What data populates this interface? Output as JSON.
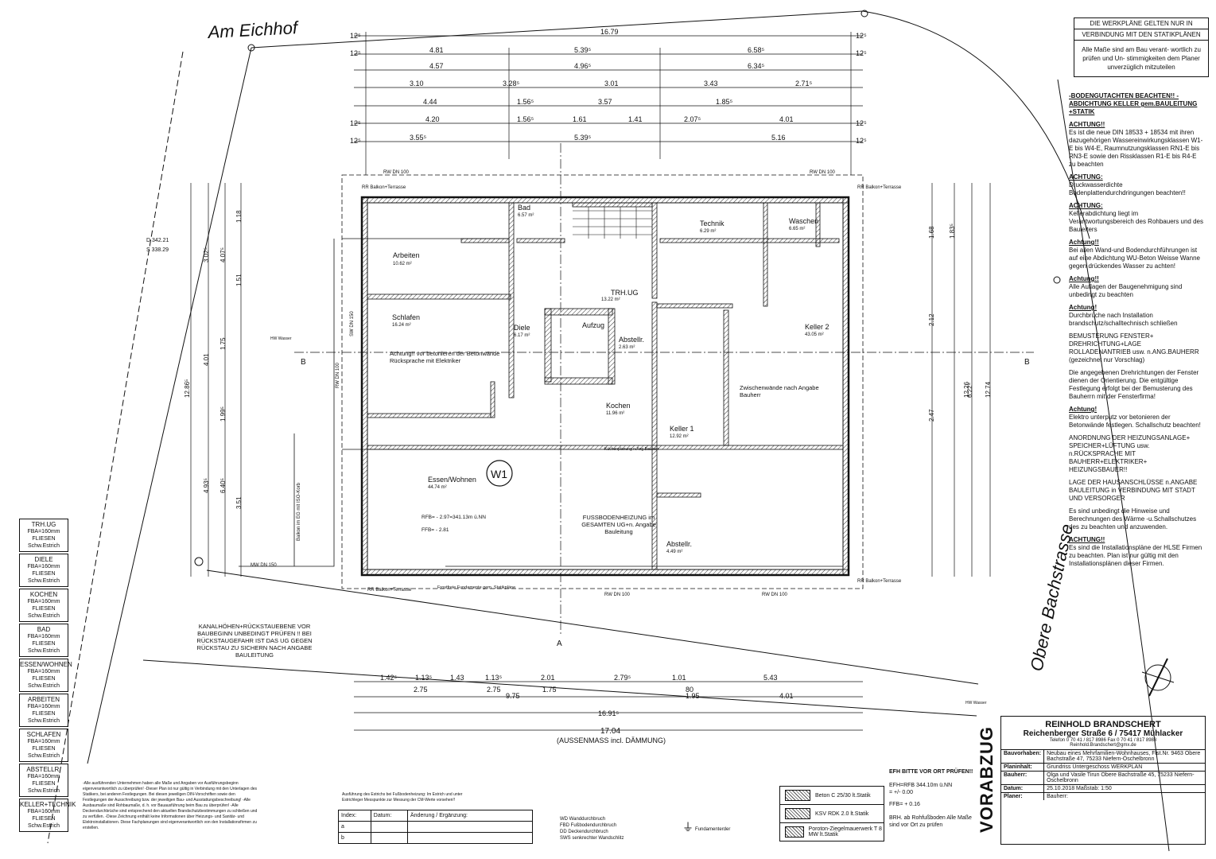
{
  "street_top": "Am Eichhof",
  "street_right": "Obere Bachstrasse",
  "top_note": [
    "DIE WERKPLÄNE GELTEN NUR IN",
    "VERBINDUNG MIT DEN STATIKPLÄNEN",
    "Alle Maße sind am Bau verant- wortlich zu prüfen und Un- stimmigkeiten dem Planer unverzüglich mitzuteilen"
  ],
  "side_notes": [
    {
      "title": "-BODENGUTACHTEN BEACHTEN!! -ABDICHTUNG KELLER gem.BAULEITUNG +STATIK",
      "body": ""
    },
    {
      "title": "ACHTUNG!!",
      "body": "Es ist die neue DIN 18533 + 18534 mit ihren dazugehörigen Wassereinwirkungsklassen W1-E bis W4-E, Raumnutzungsklassen RN1-E bis RN3-E sowie den Rissklassen R1-E bis R4-E zu beachten"
    },
    {
      "title": "ACHTUNG:",
      "body": "Druckwasserdichte Bodenplattendurchdringungen beachten!!"
    },
    {
      "title": "ACHTUNG:",
      "body": "Kellerabdichtung liegt im Verantwortungsbereich des Rohbauers und des Bauleiters"
    },
    {
      "title": "Achtung!!",
      "body": "Bei allen Wand-und Bodendurchführungen ist auf eine Abdichtung WU-Beton Weisse Wanne gegen drückendes Wasser zu achten!"
    },
    {
      "title": "Achtung!!",
      "body": "Alle Auflagen der Baugenehmigung sind unbedingt zu beachten"
    },
    {
      "title": "Achtung!",
      "body": "Durchbrüche nach Installation brandschutz/schalltechnisch schließen"
    },
    {
      "title": "",
      "body": "BEMUSTERUNG FENSTER+ DREHRICHTUNG+LAGE ROLLADENANTRIEB usw. n.ANG.BAUHERR (gezeichnet nur Vorschlag)"
    },
    {
      "title": "",
      "body": "Die angegebenen Drehrichtungen der Fenster dienen der Orientierung. Die entgültige Festlegung erfolgt bei der Bemusterung des Bauherrn mit der Fensterfirma!"
    },
    {
      "title": "Achtung!",
      "body": "Elektro unterputz vor betonieren der Betonwände festlegen. Schallschutz beachten!"
    },
    {
      "title": "",
      "body": "ANORDNUNG DER HEIZUNGSANLAGE+ SPEICHER+LÜFTUNG usw. n.RÜCKSPRACHE MIT BAUHERR+ELEKTRIKER+ HEIZUNGSBAUER!!"
    },
    {
      "title": "",
      "body": "LAGE DER HAUSANSCHLÜSSE n.ANGABE BAULEITUNG in VERBINDUNG MIT STADT UND VERSORGER"
    },
    {
      "title": "",
      "body": "Es sind unbedingt die Hinweise und Berechnungen des Wärme -u.Schallschutzes des zu beachten und anzuwenden."
    },
    {
      "title": "ACHTUNG!!",
      "body": "Es sind die Installationspläne der HLSE Firmen zu beachten. Plan ist nur gültig mit den Installationsplänen dieser Firmen."
    }
  ],
  "rooms": [
    {
      "name": "Arbeiten",
      "area": "10.62 m²"
    },
    {
      "name": "Bad",
      "area": "6.57 m²"
    },
    {
      "name": "Technik",
      "area": "6.29 m²"
    },
    {
      "name": "Waschen",
      "area": "6.65 m²"
    },
    {
      "name": "TRH.UG",
      "area": "13.22 m²"
    },
    {
      "name": "Schlafen",
      "area": "16.24 m²"
    },
    {
      "name": "Diele",
      "area": "6.17 m²"
    },
    {
      "name": "Aufzug",
      "area": ""
    },
    {
      "name": "Abstellr.",
      "area": "2.63 m²"
    },
    {
      "name": "Keller 2",
      "area": "43.05 m²"
    },
    {
      "name": "Kochen",
      "area": "11.96 m²"
    },
    {
      "name": "Keller 1",
      "area": "12.92 m²"
    },
    {
      "name": "Essen/Wohnen",
      "area": "44.74 m²"
    },
    {
      "name": "Abstellr.",
      "area": "4.49 m²"
    }
  ],
  "plan_texts": {
    "w1": "W1",
    "beton_note": "Achtung!! vor betonieren der Betonwände Rücksprache mit Elektriker",
    "zwischen": "Zwischenwände nach Angabe Bauherr",
    "fussboden": "FUSSBODENHEIZUNG im GESAMTEN UG+n. Angabe Bauleitung",
    "rfb": "RFB= - 2.97=341.13m ü.NN",
    "ffb": "FFB= - 2.81",
    "kanal": "KANALHÖHEN+RÜCKSTAUEBENE VOR BAUBEGINN UNBEDINGT PRÜFEN !! BEI RÜCKSTAUGEFAHR IST DAS UG GEGEN RÜCKSTAU ZU SICHERN NACH ANGABE BAULEITUNG",
    "aussenmass": "(AUSSENMASS incl. DÄMMUNG)",
    "total_width": "17.04",
    "dim_1691": "16.91⁵",
    "dim_1679": "16.79",
    "d_label": "D 342.21",
    "s_label": "S 338.29",
    "balkon": "RR Balkon+Terrasse",
    "rwdn100": "RW DN 100",
    "swdn150": "SW DN 150",
    "mwdn150": "MW DN 150",
    "fundament": "Frostfreie Fundamente gem. Statikpläne",
    "balkon_iso": "Balkon im EG mit ISO-Korb",
    "hw_wasser": "HW Wasser",
    "kuechenplanung": "Küchenplanung n.Ang.Bauherr"
  },
  "left_legend": [
    {
      "room": "TRH.UG",
      "lines": [
        "FBA=160mm",
        "FLIESEN",
        "Schw.Estrich"
      ]
    },
    {
      "room": "DIELE",
      "lines": [
        "FBA=160mm",
        "FLIESEN",
        "Schw.Estrich"
      ]
    },
    {
      "room": "KOCHEN",
      "lines": [
        "FBA=160mm",
        "FLIESEN",
        "Schw.Estrich"
      ]
    },
    {
      "room": "BAD",
      "lines": [
        "FBA=160mm",
        "FLIESEN",
        "Schw.Estrich"
      ]
    },
    {
      "room": "ESSEN/WOHNEN",
      "lines": [
        "FBA=160mm",
        "FLIESEN",
        "Schw.Estrich"
      ]
    },
    {
      "room": "ARBEITEN",
      "lines": [
        "FBA=160mm",
        "FLIESEN",
        "Schw.Estrich"
      ]
    },
    {
      "room": "SCHLAFEN",
      "lines": [
        "FBA=160mm",
        "FLIESEN",
        "Schw.Estrich"
      ]
    },
    {
      "room": "ABSTELLR.",
      "lines": [
        "FBA=160mm",
        "FLIESEN",
        "Schw.Estrich"
      ]
    },
    {
      "room": "KELLER+TECHNIK",
      "lines": [
        "FBA=160mm",
        "FLIESEN",
        "Schw.Estrich"
      ]
    }
  ],
  "title_block": {
    "firm": "REINHOLD BRANDSCHERT",
    "address": "Reichenberger Straße 6 / 75417 Mühlacker",
    "contact": "Telefon 0 70 41 / 817 8986   Fax 0 70 41 / 817 8988",
    "email": "Reinhold.Brandschert@gmx.de",
    "rows": [
      {
        "k": "Bauvorhaben:",
        "v": "Neubau eines Mehrfamilien-Wohnhauses, Flst.Nr. 9463 Obere Bachstraße 47, 75233 Niefern-Öschelbronn"
      },
      {
        "k": "Planinhalt:",
        "v": "Grundriss Untergeschoss                 WERKPLAN"
      },
      {
        "k": "Bauherr:",
        "v": "Olga und Vasile Tirun Obere Bachstraße 45, 75233 Niefern-Öschelbronn"
      },
      {
        "k": "Datum:",
        "v": "25.10.2018      Maßstab:      1:50"
      },
      {
        "k": "Planer:",
        "v": "                       Bauherr:"
      }
    ]
  },
  "vorabzug": "VORABZUG",
  "efh": {
    "title": "EFH BITTE VOR ORT PRÜFEN!!",
    "line1": "EFH=RFB 344.10m ü.NN",
    "line2": "= +/- 0.00",
    "line3": "FFB= + 0.16",
    "line4": "BRH. ab Rohfußboden Alle Maße sind vor Ort zu prüfen"
  },
  "materials": [
    {
      "label": "Beton C 25/30 lt.Statik"
    },
    {
      "label": "KSV RDK 2.0 lt.Statik"
    },
    {
      "label": "Poroton-Ziegelmauerwerk T 8 MW lt.Statik"
    }
  ],
  "symbols": [
    "WD Wanddurchbruch",
    "FBD Fußbodendurchbruch",
    "DD Deckendurchbruch",
    "SWS senkrechter Wandschlitz"
  ],
  "fundamenterder": "Fundamenterder",
  "change_table": {
    "h1": "Index:",
    "h2": "Datum:",
    "h3": "Änderung / Ergänzung:",
    "r1": "a",
    "r2": "b"
  },
  "change_note": "Ausführung des Estrichs bei Fußbodenheizung: Im Estrich und unter Estrichleger Messpunkte zur Messung der CM-Werte vorsehen!!",
  "bottom_notes": "-Alle ausführenden Unternehmen haben alle Maße und Angaben vor Ausführungsbeginn eigenverantwortlich zu überprüfen! -Dieser Plan ist nur gültig in Verbindung mit den Unterlagen des Statikers, bei anderen Festlegungen. Bei diesen jeweiligen DIN-Vorschriften sowie den Festlegungen der Ausschreibung bzw. der jeweiligen Bau- und Ausstattungsbeschreibung! -Alle Ausbaumaße sind Rohbaumaße, d. h. vor Bauausführung beim Bau zu überprüfen! -Alle Deckendurchbrüche sind entsprechend den aktuellen Brandschutzbestimmungen zu schließen und zu verfüllen. -Diese Zeichnung enthält keine Informationen über Heizungs- und Sanitär- und Elektroinstallationen. Diese Fachplanungen sind eigenverantwortlich von den Installationsfirmen zu erstellen."
}
